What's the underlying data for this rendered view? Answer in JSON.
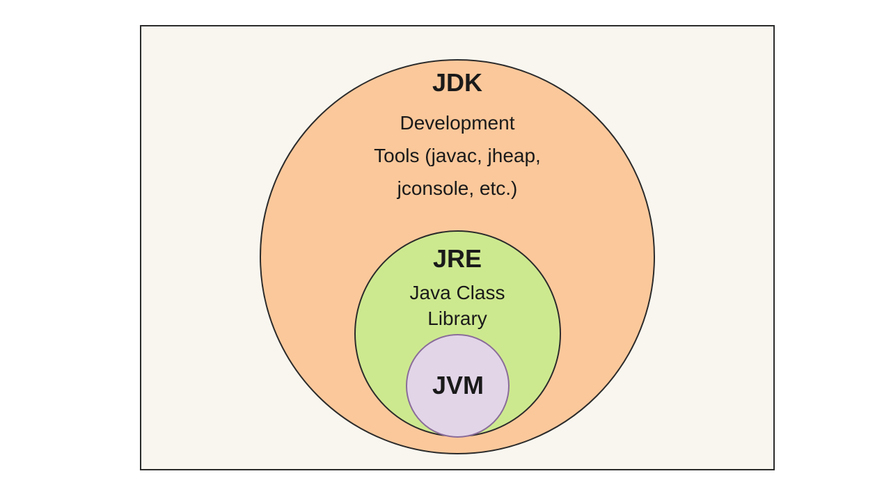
{
  "colors": {
    "frame_background": "#f9f6ef",
    "jdk_fill": "#fbc89b",
    "jre_fill": "#cde98f",
    "jvm_fill": "#e2d5e8",
    "outline": "#2b2b2b",
    "jvm_outline": "#8a6c9a"
  },
  "jdk": {
    "title": "JDK",
    "lines": [
      "Development",
      "Tools (javac, jheap,",
      "jconsole, etc.)"
    ]
  },
  "jre": {
    "title": "JRE",
    "lines": [
      "Java Class",
      "Library"
    ]
  },
  "jvm": {
    "title": "JVM"
  }
}
